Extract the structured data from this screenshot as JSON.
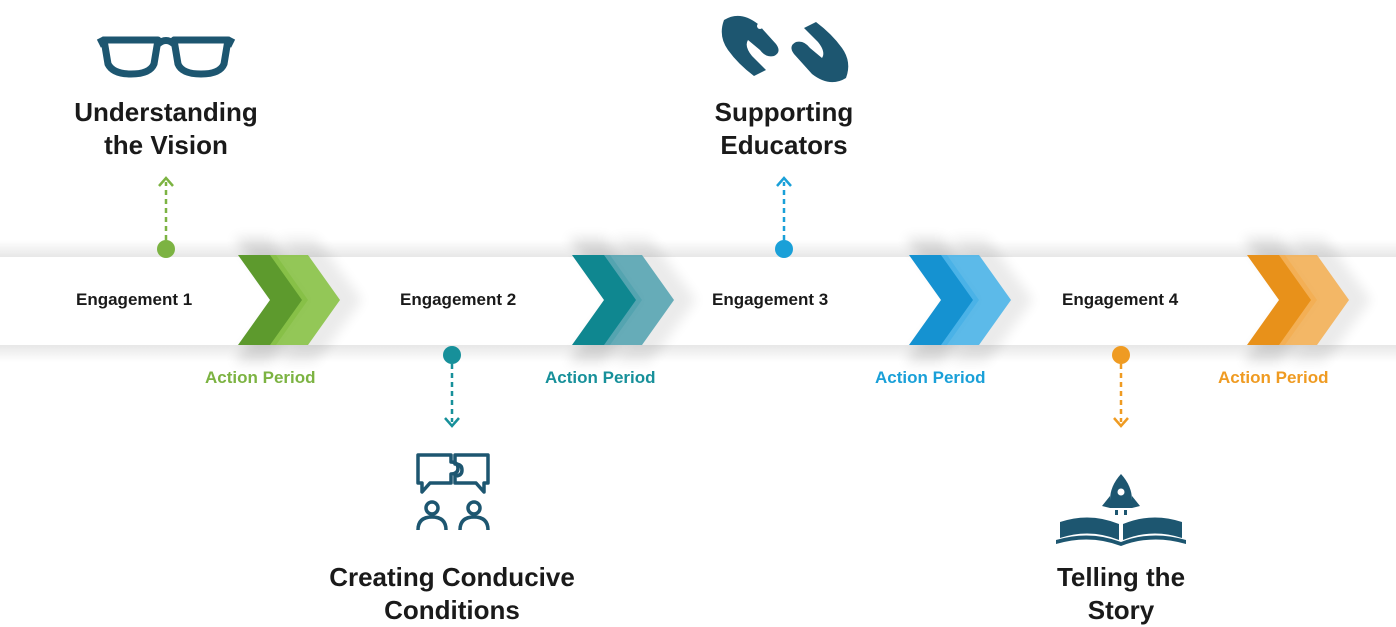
{
  "colors": {
    "green": "#7cb342",
    "teal": "#17909a",
    "blue": "#1aa0d8",
    "orange": "#ef9b22",
    "icon_navy": "#1d5670",
    "text": "#1a1a1a"
  },
  "engagements": [
    {
      "label": "Engagement 1"
    },
    {
      "label": "Engagement 2"
    },
    {
      "label": "Engagement 3"
    },
    {
      "label": "Engagement 4"
    }
  ],
  "action_periods": [
    {
      "label": "Action Period",
      "color": "#7cb342"
    },
    {
      "label": "Action Period",
      "color": "#17909a"
    },
    {
      "label": "Action Period",
      "color": "#1aa0d8"
    },
    {
      "label": "Action Period",
      "color": "#ef9b22"
    }
  ],
  "milestones": [
    {
      "line1": "Understanding",
      "line2": "the Vision",
      "icon": "glasses-icon",
      "position": "above"
    },
    {
      "line1": "Creating Conducive",
      "line2": "Conditions",
      "icon": "collaboration-puzzle-icon",
      "position": "below"
    },
    {
      "line1": "Supporting",
      "line2": "Educators",
      "icon": "supporting-hands-icon",
      "position": "above"
    },
    {
      "line1": "Telling the",
      "line2": "Story",
      "icon": "rocket-book-icon",
      "position": "below"
    }
  ]
}
